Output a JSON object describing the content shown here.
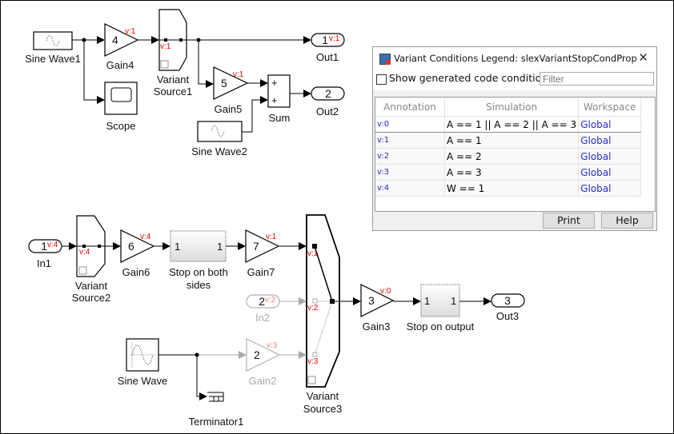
{
  "diagram": {
    "model_name": "slexVariantStopCondProp",
    "blocks": {
      "sine_wave1": {
        "label": "Sine Wave1"
      },
      "gain4": {
        "label": "Gain4",
        "value": "4",
        "annotation": "v:1"
      },
      "variant_source1": {
        "label_line1": "Variant",
        "label_line2": "Source1",
        "annotation": "v:1"
      },
      "scope": {
        "label": "Scope"
      },
      "out1": {
        "label": "Out1",
        "port": "1",
        "annotation": "v:1"
      },
      "gain5": {
        "label": "Gain5",
        "value": "5",
        "annotation": "v:1"
      },
      "sum": {
        "label": "Sum",
        "signs": [
          "+",
          "+"
        ]
      },
      "out2": {
        "label": "Out2",
        "port": "2"
      },
      "sine_wave2": {
        "label": "Sine Wave2"
      },
      "in1": {
        "label": "In1",
        "port": "1",
        "annotation": "v:4"
      },
      "variant_source2": {
        "label_line1": "Variant",
        "label_line2": "Source2",
        "annotation": "v:4"
      },
      "gain6": {
        "label": "Gain6",
        "value": "6",
        "annotation": "v:4"
      },
      "stop_both": {
        "label_line1": "Stop on both",
        "label_line2": "sides",
        "in_port": "1",
        "out_port": "1"
      },
      "gain7": {
        "label": "Gain7",
        "value": "7",
        "annotation": "v:1"
      },
      "in2": {
        "label": "In2",
        "port": "2",
        "annotation": "v:2"
      },
      "sine_wave": {
        "label": "Sine Wave"
      },
      "gain2": {
        "label": "Gain2",
        "value": "2",
        "annotation": "v:3"
      },
      "terminator1": {
        "label": "Terminator1"
      },
      "variant_source3": {
        "label_line1": "Variant",
        "label_line2": "Source3",
        "port_annotations": [
          "v:1",
          "v:2",
          "v:3"
        ]
      },
      "gain3": {
        "label": "Gain3",
        "value": "3",
        "annotation": "v:0"
      },
      "stop_output": {
        "label": "Stop on output",
        "in_port": "1",
        "out_port": "1"
      },
      "out3": {
        "label": "Out3",
        "port": "3"
      }
    }
  },
  "legend_dialog": {
    "title": "Variant Conditions Legend: slexVariantStopCondProp",
    "close_icon": "close-icon",
    "show_code_label": "Show generated code conditions",
    "show_code_checked": false,
    "filter_placeholder": "Filter",
    "columns": [
      "Annotation",
      "Simulation",
      "Workspace"
    ],
    "rows": [
      {
        "annotation": "v:0",
        "simulation": "A == 1 || A == 2 || A == 3",
        "workspace": "Global",
        "selected": true
      },
      {
        "annotation": "v:1",
        "simulation": "A == 1",
        "workspace": "Global"
      },
      {
        "annotation": "v:2",
        "simulation": "A == 2",
        "workspace": "Global"
      },
      {
        "annotation": "v:3",
        "simulation": "A == 3",
        "workspace": "Global"
      },
      {
        "annotation": "v:4",
        "simulation": "W == 1",
        "workspace": "Global"
      }
    ],
    "buttons": {
      "print": "Print",
      "help": "Help"
    }
  }
}
